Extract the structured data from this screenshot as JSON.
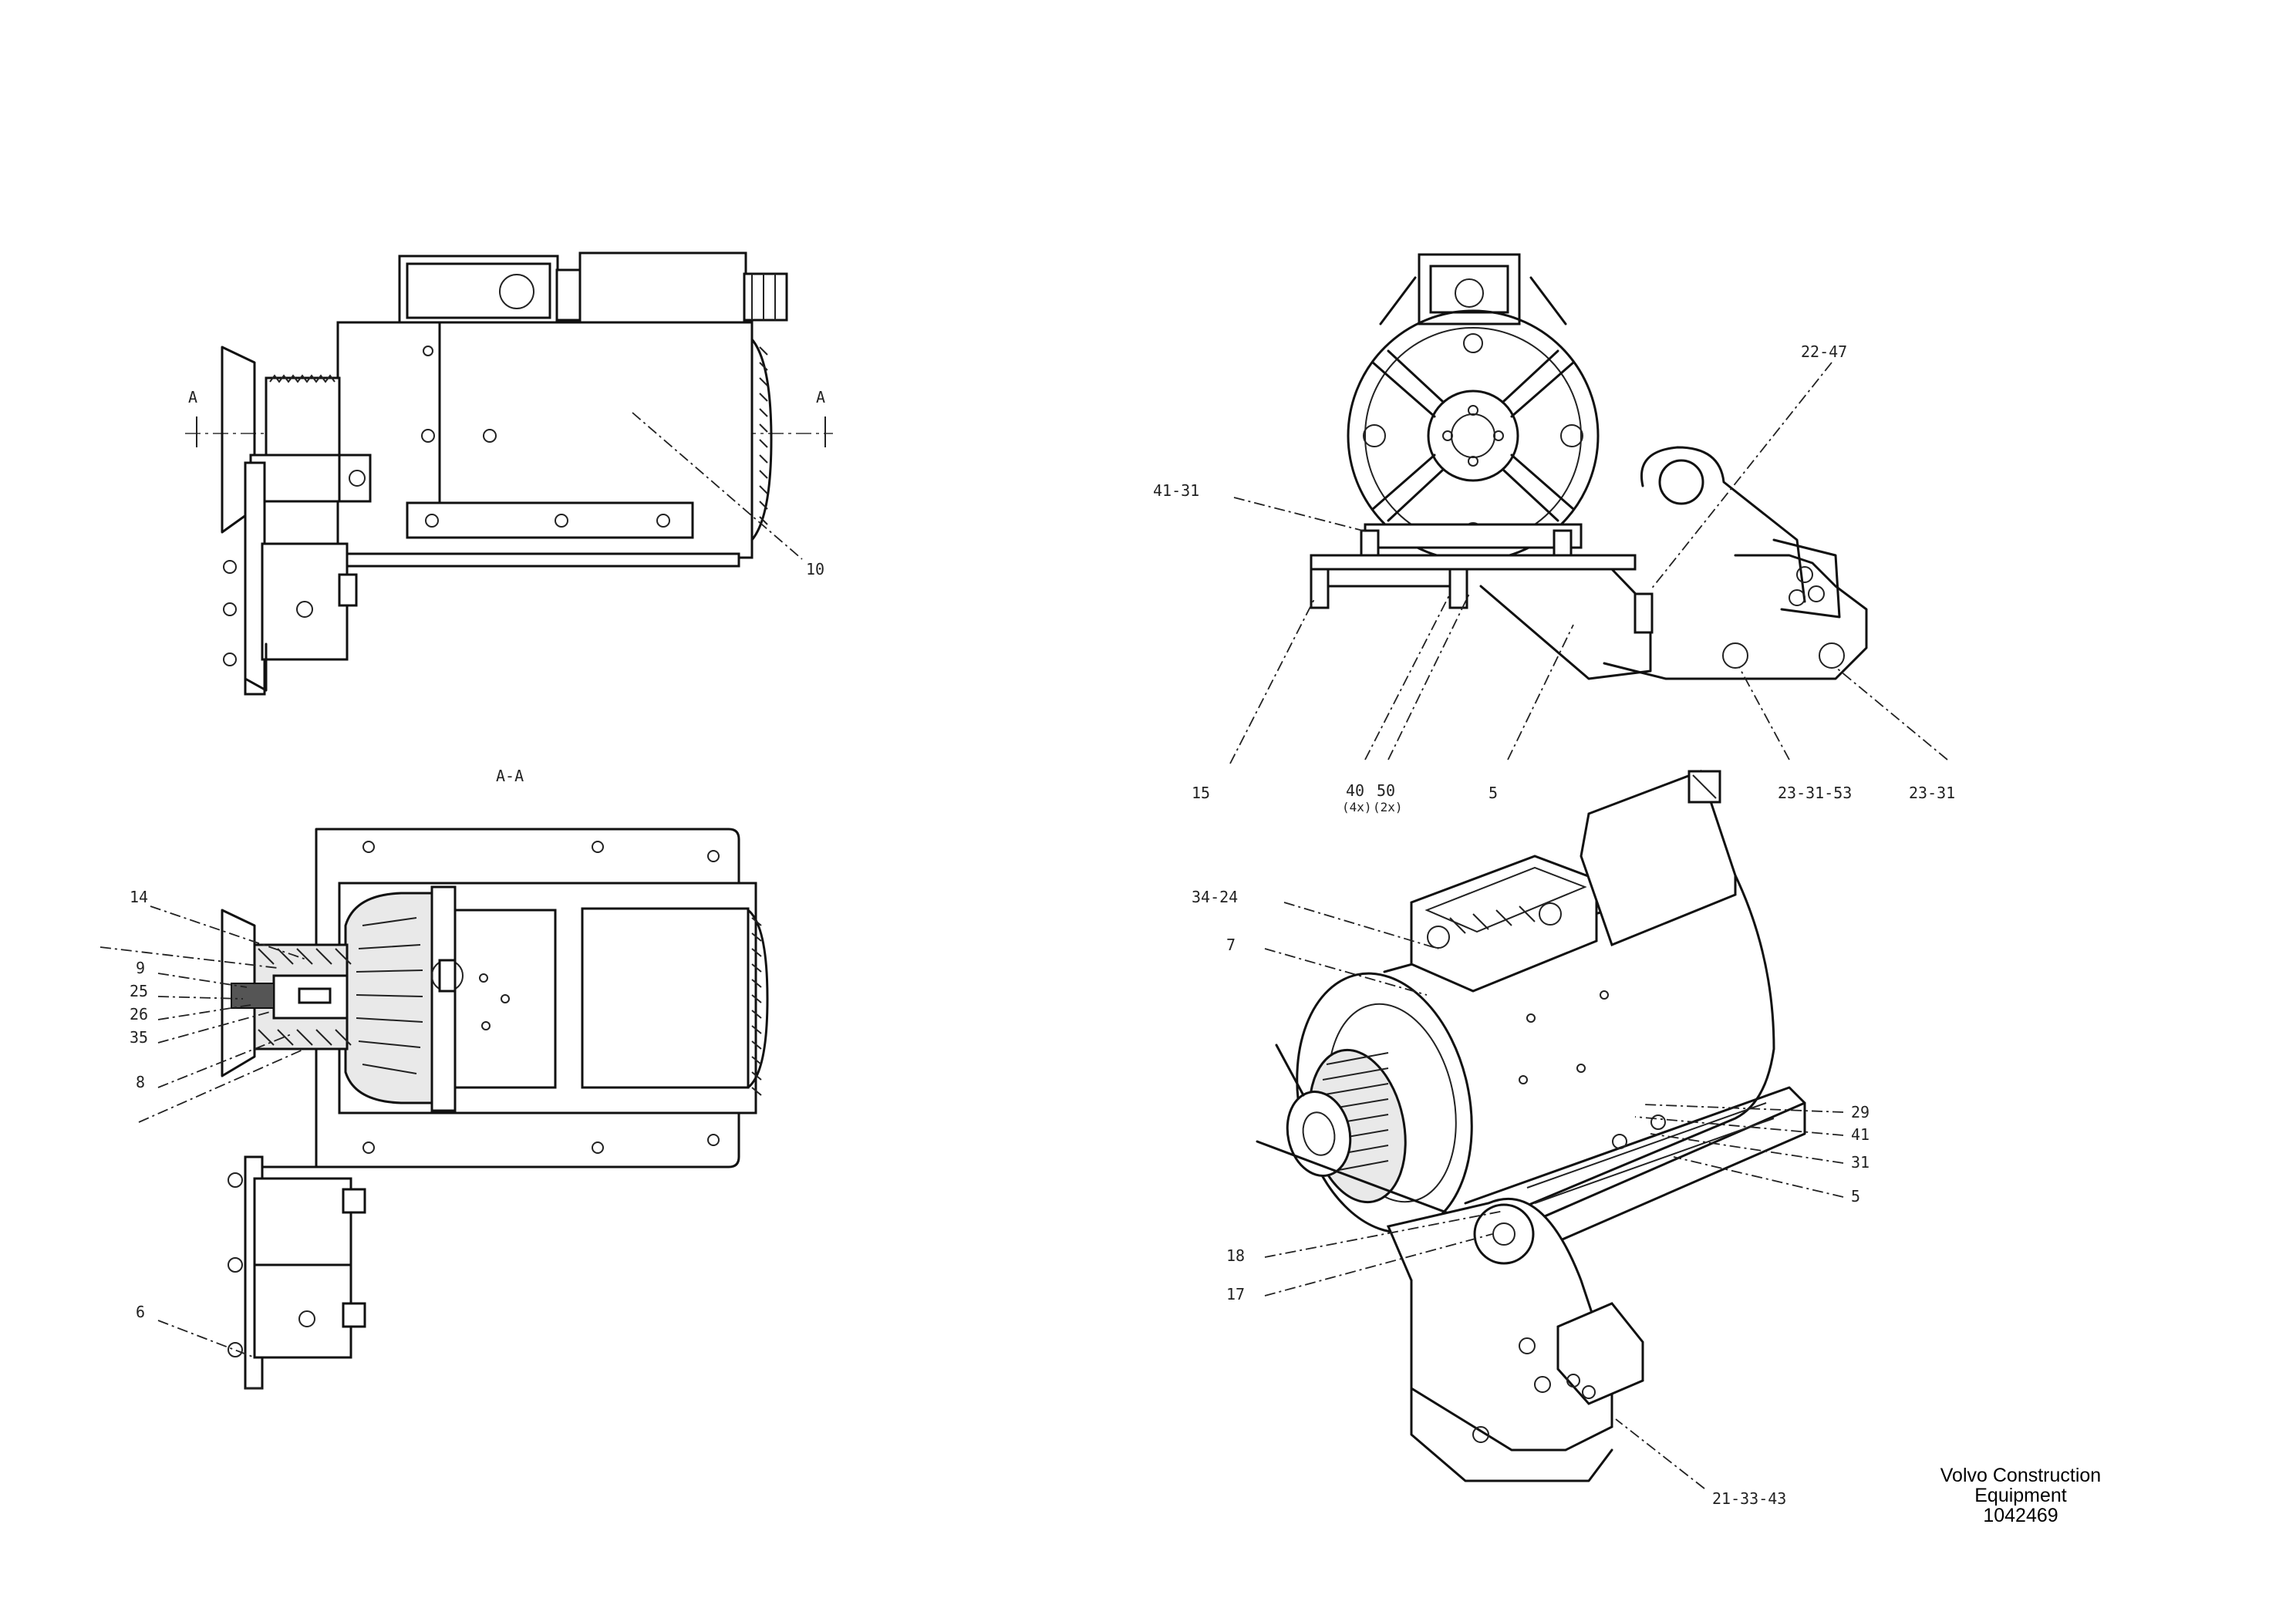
{
  "brand": {
    "line1": "Volvo Construction",
    "line2": "Equipment",
    "drawing_number": "1042469"
  },
  "views": {
    "side_view": {
      "section_marker_left": "A",
      "section_marker_right": "A",
      "callouts": [
        "10"
      ]
    },
    "section_view": {
      "title": "A-A",
      "callouts": [
        "14",
        "9",
        "25",
        "26",
        "35",
        "8",
        "6"
      ]
    },
    "front_view": {
      "callouts": [
        "41-31",
        "22-47",
        "15",
        "40",
        "(4x)",
        "50",
        "(2x)",
        "5",
        "23-31-53",
        "23-31"
      ]
    },
    "iso_view": {
      "callouts": [
        "34-24",
        "7",
        "29",
        "41",
        "31",
        "5",
        "18",
        "17",
        "21-33-43"
      ]
    }
  }
}
